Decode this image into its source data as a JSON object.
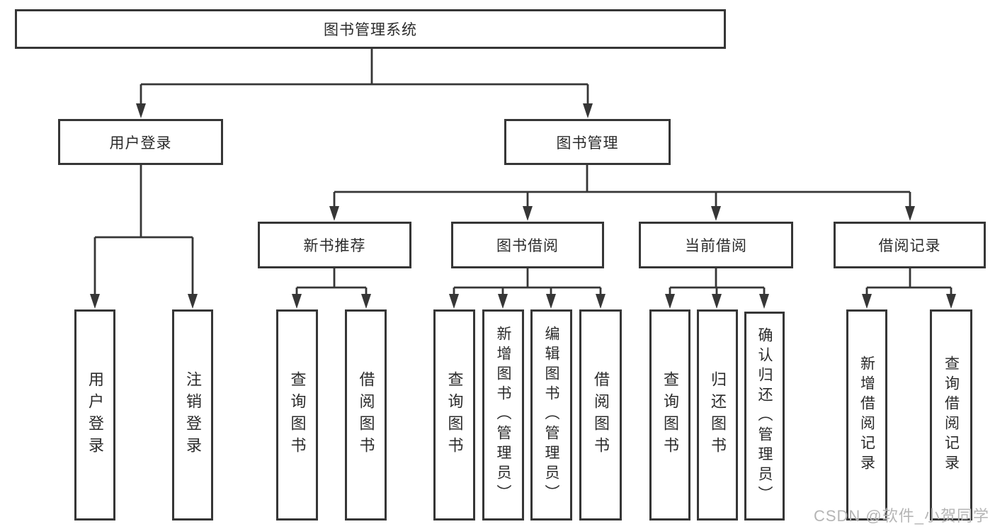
{
  "diagram_type": "tree-diagram",
  "tree": {
    "label": "图书管理系统",
    "children": [
      {
        "label": "用户登录",
        "children": [
          {
            "label": "用户登录"
          },
          {
            "label": "注销登录"
          }
        ]
      },
      {
        "label": "图书管理",
        "children": [
          {
            "label": "新书推荐",
            "children": [
              {
                "label": "查询图书"
              },
              {
                "label": "借阅图书"
              }
            ]
          },
          {
            "label": "图书借阅",
            "children": [
              {
                "label": "查询图书"
              },
              {
                "label": "新增图书（管理员）"
              },
              {
                "label": "编辑图书（管理员）"
              },
              {
                "label": "借阅图书"
              }
            ]
          },
          {
            "label": "当前借阅",
            "children": [
              {
                "label": "查询图书"
              },
              {
                "label": "归还图书"
              },
              {
                "label": "确认归还（管理员）"
              }
            ]
          },
          {
            "label": "借阅记录",
            "children": [
              {
                "label": "新增借阅记录"
              },
              {
                "label": "查询借阅记录"
              }
            ]
          }
        ]
      }
    ]
  },
  "watermark": "CSDN @软件_小贺同学",
  "colors": {
    "line": "#363636",
    "box_border": "#363636",
    "text": "#2b2b2b",
    "watermark": "#b5b5b5",
    "background": "#ffffff"
  }
}
